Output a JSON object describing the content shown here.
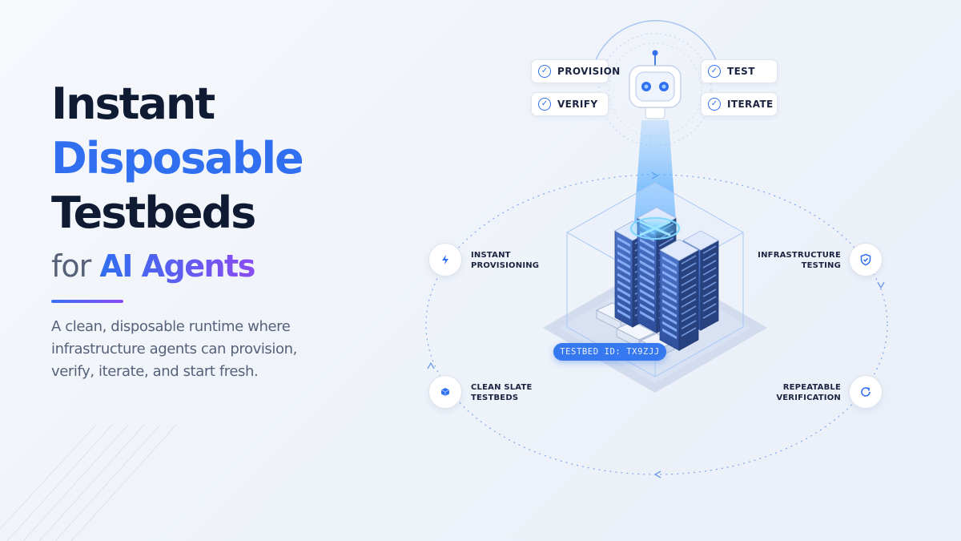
{
  "hero": {
    "line1": "Instant",
    "line2": "Disposable",
    "line3": "Testbeds",
    "line4_prefix": "for",
    "line4_highlight": "AI Agents",
    "description": "A clean, disposable runtime where infrastructure agents can provision, verify, iterate, and start fresh."
  },
  "agent_actions": [
    {
      "label": "PROVISION"
    },
    {
      "label": "VERIFY"
    },
    {
      "label": "TEST"
    },
    {
      "label": "ITERATE"
    }
  ],
  "features": [
    {
      "label": "INSTANT\nPROVISIONING",
      "icon": "lightning-icon"
    },
    {
      "label": "INFRASTRUCTURE\nTESTING",
      "icon": "shield-check-icon"
    },
    {
      "label": "CLEAN SLATE\nTESTBEDS",
      "icon": "cube-icon"
    },
    {
      "label": "REPEATABLE\nVERIFICATION",
      "icon": "refresh-icon"
    }
  ],
  "testbed_badge": "TESTBED ID: TX9ZJJ",
  "colors": {
    "accent": "#2f6ff0",
    "gradient_end": "#8a4cf0",
    "heading": "#0f1b33",
    "body": "#56627a",
    "server": "#3f63b8"
  }
}
